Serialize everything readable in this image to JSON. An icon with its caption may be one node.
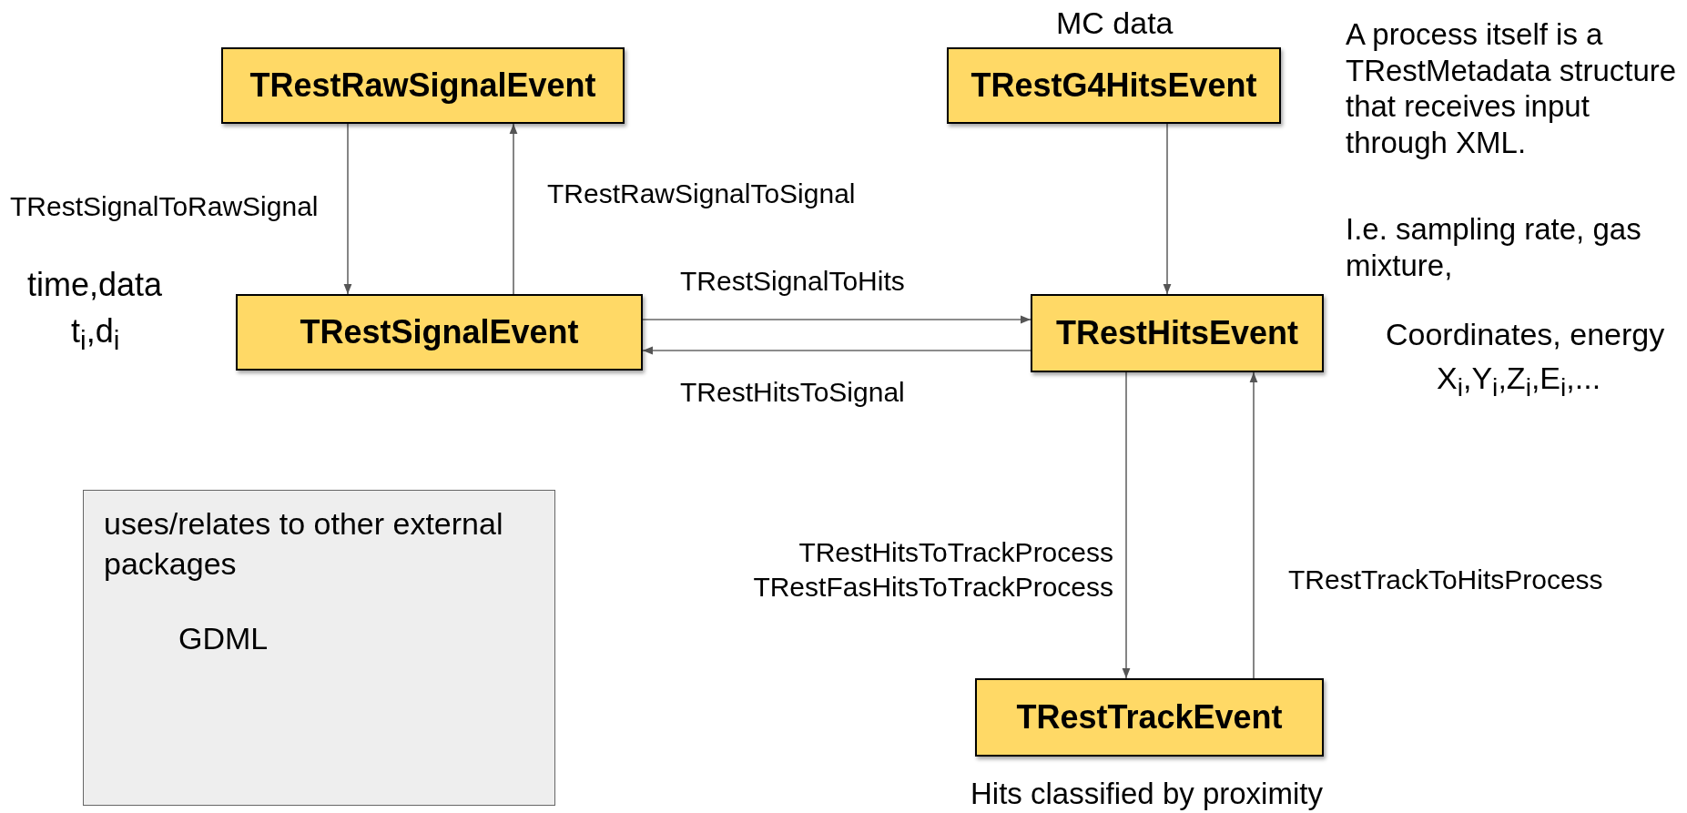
{
  "diagram": {
    "nodes": [
      {
        "text": [
          "TRestRawSignalEvent"
        ]
      },
      {
        "text": [
          "TRestG4HitsEvent"
        ],
        "beside": [
          "MC data"
        ]
      },
      {
        "text": [
          "TRestSignalEvent"
        ],
        "beside": [
          "time,data",
          "t$_{i}$,d$_{i}$"
        ]
      },
      {
        "text": [
          "TRestHitsEvent"
        ],
        "beside": [
          "Coordinates, energy",
          "X$_{i}$,Y$_{i}$,Z$_{i}$,E$_{i}$,..."
        ]
      },
      {
        "text": [
          "uses/relates to other external packages",
          "GDML"
        ]
      },
      {
        "text": [
          "TRestTrackEvent"
        ]
      }
    ],
    "edges": [
      {
        "from": 0,
        "to": 2,
        "arrow": "to",
        "label": "TRestSignalToRawSignal"
      },
      {
        "from": 2,
        "to": 0,
        "arrow": "to",
        "label": "TRestRawSignalToSignal"
      },
      {
        "from": 1,
        "to": 3,
        "arrow": "to"
      },
      {
        "from": 2,
        "to": 3,
        "arrow": "to",
        "label": "TRestSignalToHits"
      },
      {
        "from": 3,
        "to": 2,
        "arrow": "to",
        "label": "TRestHitsToSignal"
      },
      {
        "from": 3,
        "to": 5,
        "arrow": "to",
        "label": "TRestHitsToTrackProcess TRestFasHitsToTrackProcess"
      },
      {
        "from": 5,
        "to": 3,
        "arrow": "to",
        "label": "TRestTrackToHitsProcess"
      }
    ],
    "labels": [
      "A process itself is a TRestMetadata structure that receives input through XML.",
      "I.e. sampling rate, gas mixture,",
      "Hits classified by proximity"
    ]
  }
}
